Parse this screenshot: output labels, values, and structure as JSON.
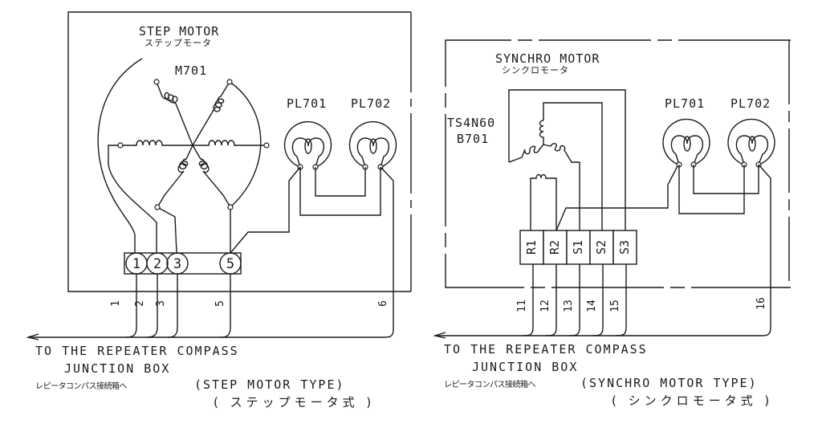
{
  "step_motor": {
    "title": "STEP MOTOR",
    "title_jp": "ステップモータ",
    "motor_id": "M701",
    "lamps": [
      "PL701",
      "PL702"
    ],
    "terminals": [
      "1",
      "2",
      "3",
      "5"
    ],
    "wire_numbers": [
      "1",
      "2",
      "3",
      "5",
      "6"
    ],
    "destination_line1": "TO THE REPEATER COMPASS",
    "destination_line2": "JUNCTION BOX",
    "destination_jp": "レピータコンパス接続箱へ",
    "type_caption": "(STEP MOTOR TYPE)",
    "type_caption_jp": "( ステップモータ式 )"
  },
  "synchro_motor": {
    "title": "SYNCHRO MOTOR",
    "title_jp": "シンクロモータ",
    "motor_model": "TS4N60",
    "motor_id": "B701",
    "lamps": [
      "PL701",
      "PL702"
    ],
    "terminals": [
      "R1",
      "R2",
      "S1",
      "S2",
      "S3"
    ],
    "wire_numbers": [
      "11",
      "12",
      "13",
      "14",
      "15",
      "16"
    ],
    "destination_line1": "TO THE REPEATER COMPASS",
    "destination_line2": "JUNCTION BOX",
    "destination_jp": "レピータコンパス接続箱へ",
    "type_caption": "(SYNCHRO MOTOR TYPE)",
    "type_caption_jp": "( シンクロモータ式 )"
  }
}
